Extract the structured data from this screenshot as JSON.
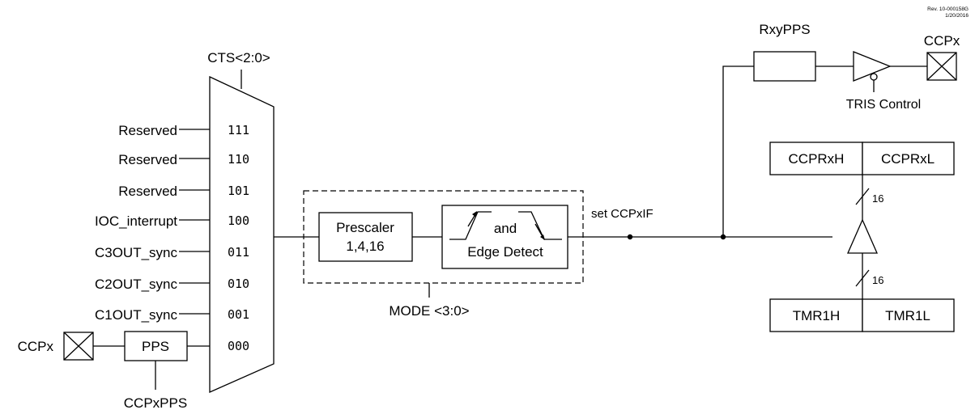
{
  "revision": {
    "line1": "Rev. 10-000158G",
    "line2": "1/20/2016"
  },
  "mux": {
    "select_label": "CTS<2:0>",
    "inputs": [
      {
        "label": "Reserved",
        "code": "111"
      },
      {
        "label": "Reserved",
        "code": "110"
      },
      {
        "label": "Reserved",
        "code": "101"
      },
      {
        "label": "IOC_interrupt",
        "code": "100"
      },
      {
        "label": "C3OUT_sync",
        "code": "011"
      },
      {
        "label": "C2OUT_sync",
        "code": "010"
      },
      {
        "label": "C1OUT_sync",
        "code": "001"
      },
      {
        "label": "",
        "code": "000"
      }
    ]
  },
  "input_pin": {
    "label": "CCPx",
    "pps_label": "PPS",
    "pps_select_label": "CCPxPPS"
  },
  "prescaler": {
    "line1": "Prescaler",
    "line2": "1,4,16"
  },
  "edge_detect": {
    "line1": "and",
    "line2": "Edge Detect"
  },
  "mode_label": "MODE <3:0>",
  "interrupt_label": "set CCPxIF",
  "output": {
    "pps_label": "RxyPPS",
    "pin_label": "CCPx",
    "tris_label": "TRIS Control"
  },
  "registers": {
    "ccpr_high": "CCPRxH",
    "ccpr_low": "CCPRxL",
    "tmr_high": "TMR1H",
    "tmr_low": "TMR1L",
    "bus_width_top": "16",
    "bus_width_bottom": "16"
  }
}
